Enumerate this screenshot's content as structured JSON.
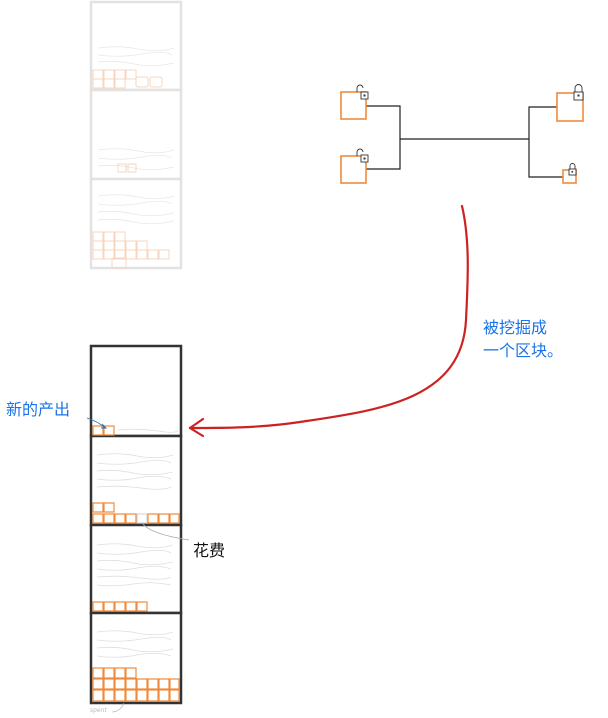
{
  "labels": {
    "new_output": "新的产出",
    "mined_into_block_line1": "被挖掘成",
    "mined_into_block_line2": "一个区块。",
    "spent": "花费",
    "spent_small": "spent"
  },
  "colors": {
    "accent_orange": "#f08a3c",
    "arrow_red": "#cc2222",
    "label_blue": "#1a73e8",
    "faded_block": "#e4e4e4",
    "block_border": "#333333"
  },
  "icons": [
    "lock-icon",
    "arrow-icon"
  ]
}
